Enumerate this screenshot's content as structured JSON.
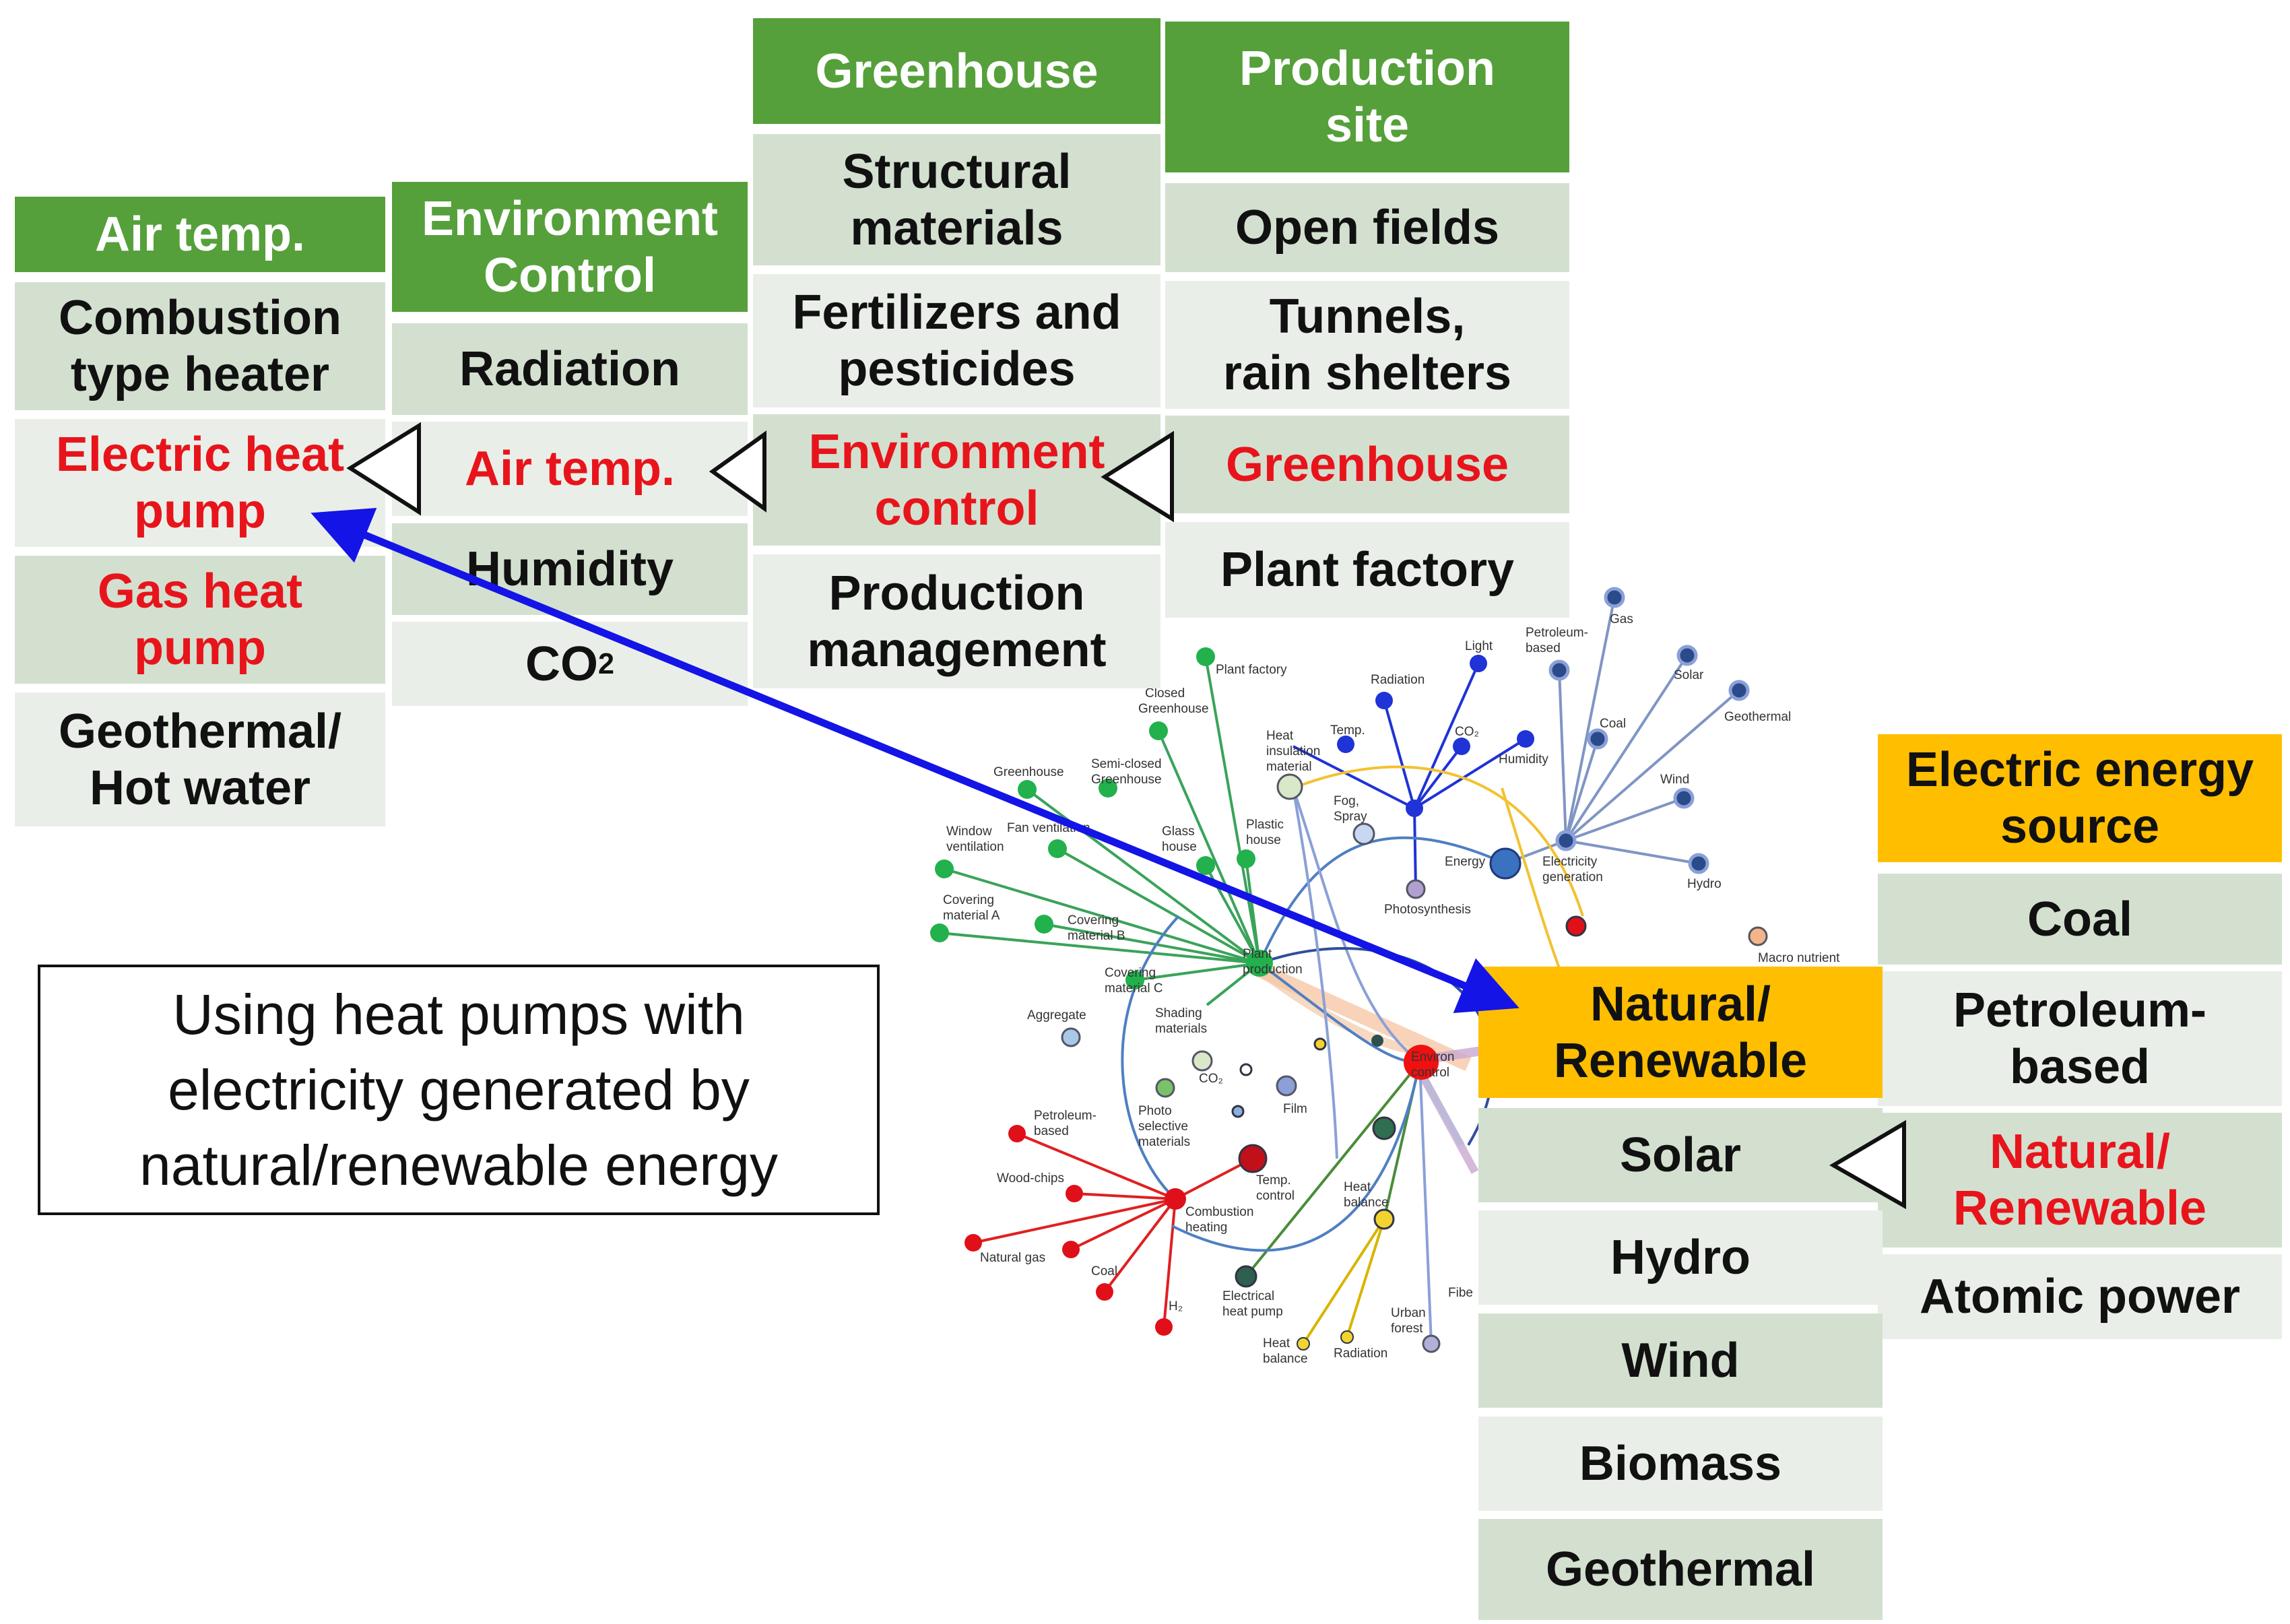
{
  "colors": {
    "header_green": "#55a03a",
    "header_yellow": "#ffbe00",
    "cell_dark": "#d3e0d0",
    "cell_light": "#e9efe8",
    "highlight_red": "#e8141c",
    "arrow_blue": "#1414e6"
  },
  "air_temp": {
    "header": "Air temp.",
    "items": [
      "Combustion\ntype heater",
      "Electric heat\npump",
      "Gas heat\npump",
      "Geothermal/\nHot water"
    ]
  },
  "environment_control": {
    "header": "Environment\nControl",
    "items": [
      "Radiation",
      "Air temp.",
      "Humidity",
      "CO",
      "2"
    ]
  },
  "greenhouse": {
    "header": "Greenhouse",
    "items": [
      "Structural\nmaterials",
      "Fertilizers and\npesticides",
      "Environment\ncontrol",
      "Production\nmanagement"
    ]
  },
  "production_site": {
    "header": "Production\nsite",
    "items": [
      "Open fields",
      "Tunnels,\nrain shelters",
      "Greenhouse",
      "Plant factory"
    ]
  },
  "electric_source": {
    "header": "Electric energy\nsource",
    "items": [
      "Coal",
      "Petroleum-\nbased",
      "Natural/\nRenewable",
      "Atomic power"
    ]
  },
  "natural_renewable": {
    "header": "Natural/\nRenewable",
    "items": [
      "Solar",
      "Hydro",
      "Wind",
      "Biomass",
      "Geothermal"
    ]
  },
  "callout": "Using heat pumps with\nelectricity generated by\nnatural/renewable energy",
  "network_labels": {
    "plant_factory": "Plant factory",
    "closed_gh_1": "Closed",
    "closed_gh_2": "Greenhouse",
    "greenhouse": "Greenhouse",
    "semi_closed_1": "Semi-closed",
    "semi_closed_2": "Greenhouse",
    "window_1": "Window",
    "window_2": "ventilation",
    "fan": "Fan ventilation",
    "glass_1": "Glass",
    "glass_2": "house",
    "plastic_1": "Plastic",
    "plastic_2": "house",
    "heat_ins_1": "Heat",
    "heat_ins_2": "insulation",
    "heat_ins_3": "material",
    "cov_a_1": "Covering",
    "cov_a_2": "material A",
    "cov_b_1": "Covering",
    "cov_b_2": "material B",
    "cov_c_1": "Covering",
    "cov_c_2": "material C",
    "aggregate": "Aggregate",
    "shading_1": "Shading",
    "shading_2": "materials",
    "plant_prod_1": "Plant",
    "plant_prod_2": "production",
    "co2_net": "CO₂",
    "film": "Film",
    "photo_1": "Photo",
    "photo_2": "selective",
    "photo_3": "materials",
    "temp_ctrl_1": "Temp.",
    "temp_ctrl_2": "control",
    "heat_bal_1": "Heat",
    "heat_bal_2": "balance",
    "comb_1": "Combustion",
    "comb_2": "heating",
    "elec_hp_1": "Electrical",
    "elec_hp_2": "heat pump",
    "heat_bal_b_1": "Heat",
    "heat_bal_b_2": "balance",
    "radiation_b": "Radiation",
    "urban_1": "Urban",
    "urban_2": "forest",
    "fibe": "Fibe",
    "petroleum_1": "Petroleum-",
    "petroleum_2": "based",
    "woodchips": "Wood-chips",
    "natural_gas": "Natural gas",
    "coal_r": "Coal",
    "h2": "H₂",
    "radiation_t": "Radiation",
    "temp_t": "Temp.",
    "light": "Light",
    "co2_t": "CO₂",
    "humidity_t": "Humidity",
    "fog_1": "Fog,",
    "fog_2": "Spray",
    "photosynthesis": "Photosynthesis",
    "energy": "Energy",
    "petro_top_1": "Petroleum-",
    "petro_top_2": "based",
    "gas": "Gas",
    "solar": "Solar",
    "coal_top": "Coal",
    "geothermal_net": "Geothermal",
    "wind": "Wind",
    "hydro": "Hydro",
    "elec_gen_1": "Electricity",
    "elec_gen_2": "generation",
    "macro": "Macro nutrient",
    "env_ctrl_1": "Environ",
    "env_ctrl_2": "control"
  }
}
